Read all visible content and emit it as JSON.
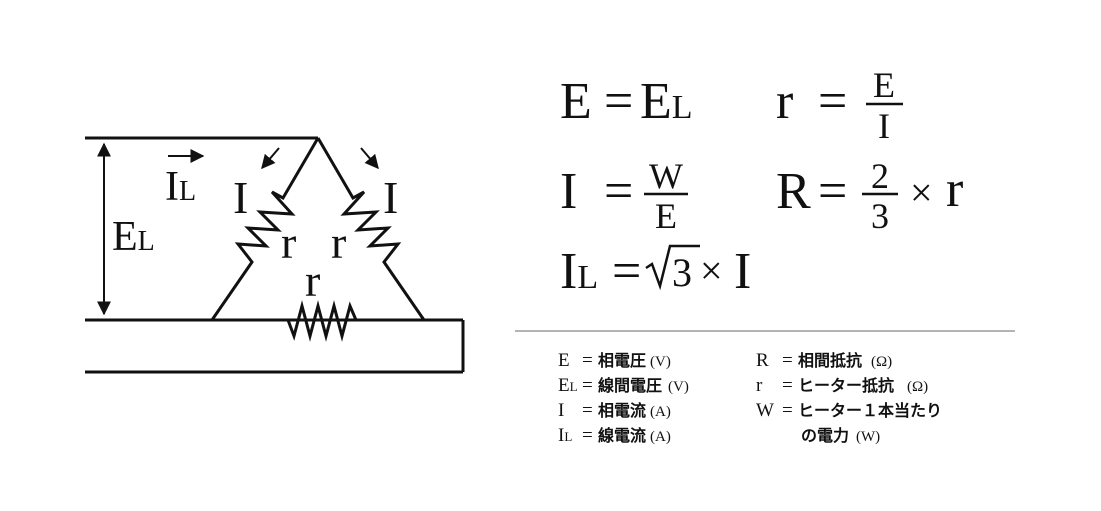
{
  "circuit": {
    "line_voltage": {
      "main": "E",
      "sub": "L"
    },
    "line_current": {
      "main": "I",
      "sub": "L"
    },
    "phase_current_left": "I",
    "phase_current_right": "I",
    "resistor_left": "r",
    "resistor_right": "r",
    "resistor_bottom": "r"
  },
  "formulas": {
    "f1": {
      "lhs": "E",
      "eq": "=",
      "rhs_main": "E",
      "rhs_sub": "L"
    },
    "f2": {
      "lhs": "r",
      "eq": "=",
      "num": "E",
      "den": "I"
    },
    "f3": {
      "lhs": "I",
      "eq": "=",
      "num": "W",
      "den": "E"
    },
    "f4": {
      "lhs": "R",
      "eq": "=",
      "num": "2",
      "den": "3",
      "times": "×",
      "var": "r"
    },
    "f5": {
      "lhs_main": "I",
      "lhs_sub": "L",
      "eq": "=",
      "root": "3",
      "times": "×",
      "var": "I"
    }
  },
  "legend": {
    "left": [
      {
        "sym": "E",
        "sub": "",
        "eq": "=",
        "desc": "相電圧",
        "unit": "(V)"
      },
      {
        "sym": "E",
        "sub": "L",
        "eq": "=",
        "desc": "線間電圧",
        "unit": "(V)"
      },
      {
        "sym": "I",
        "sub": "",
        "eq": "=",
        "desc": "相電流",
        "unit": "(A)"
      },
      {
        "sym": "I",
        "sub": "L",
        "eq": "=",
        "desc": "線電流",
        "unit": "(A)"
      }
    ],
    "right": [
      {
        "sym": "R",
        "eq": "=",
        "desc": "相間抵抗",
        "unit": "(Ω)"
      },
      {
        "sym": "r",
        "eq": "=",
        "desc": "ヒーター抵抗",
        "unit": "(Ω)"
      },
      {
        "sym": "W",
        "eq": "=",
        "desc": "ヒーター１本当たり",
        "unit": ""
      }
    ],
    "right_cont": {
      "desc": "の電力",
      "unit": "(W)"
    }
  }
}
